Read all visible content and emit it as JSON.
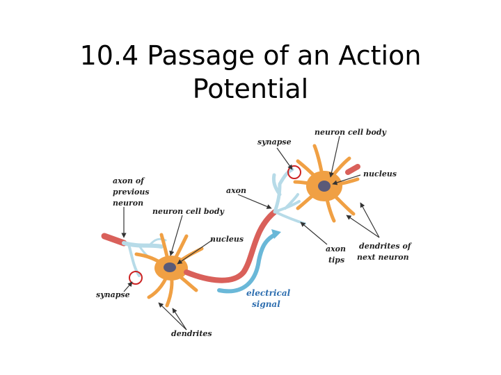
{
  "title_lines": [
    "10.4 Passage of an Action",
    "Potential"
  ],
  "labels": {
    "synapse_top": "synapse",
    "neuron_cell_body_top": "neuron cell body",
    "nucleus_top": "nucleus",
    "axon": "axon",
    "axon_previous": [
      "axon of",
      "previous",
      "neuron"
    ],
    "neuron_cell_body_left": "neuron cell body",
    "nucleus_left": "nucleus",
    "axon_tips": [
      "axon",
      "tips"
    ],
    "dendrites_next": [
      "dendrites of",
      "next neuron"
    ],
    "synapse_bottom": "synapse",
    "electrical_signal": [
      "electrical",
      "signal"
    ],
    "dendrites": "dendrites"
  },
  "colors": {
    "neuron_orange": "#f0a044",
    "nucleus": "#5a5a78",
    "axon_red": "#d9605a",
    "blue_signal": "#6ab8d8",
    "dendrite_blue": "#b7dbe8",
    "synapse_circle": "#cc2222"
  }
}
